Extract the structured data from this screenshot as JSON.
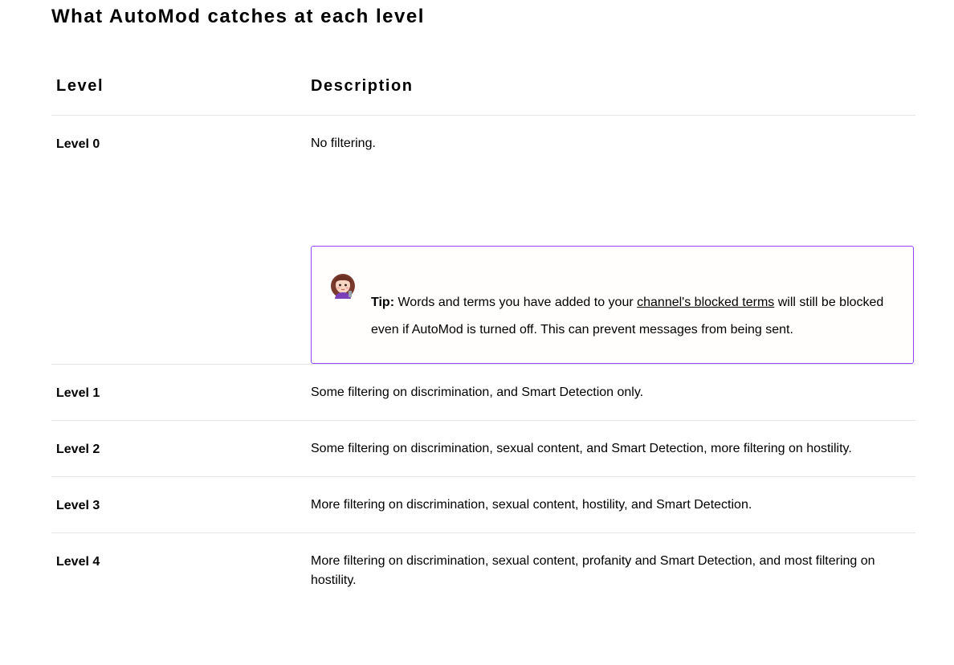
{
  "page": {
    "title": "What AutoMod catches at each level"
  },
  "table": {
    "headers": {
      "level": "Level",
      "description": "Description"
    },
    "rows": [
      {
        "level": "Level 0",
        "description": "No filtering."
      },
      {
        "level": "Level 1",
        "description": "Some filtering on discrimination, and Smart Detection only."
      },
      {
        "level": "Level 2",
        "description": "Some filtering on discrimination, sexual content, and Smart Detection, more filtering on hostility."
      },
      {
        "level": "Level 3",
        "description": "More filtering on discrimination, sexual content, hostility, and Smart Detection."
      },
      {
        "level": "Level 4",
        "description": "More filtering on discrimination, sexual content, profanity and Smart Detection, and most filtering on hostility."
      }
    ]
  },
  "tip": {
    "label": "Tip:",
    "text_before": " Words and terms you have added to your ",
    "link_text": "channel's blocked terms",
    "text_after": " will still be blocked even if AutoMod is turned off. This can prevent messages from being sent.",
    "icon": "avatar-icon",
    "border_color": "#9147ff"
  }
}
